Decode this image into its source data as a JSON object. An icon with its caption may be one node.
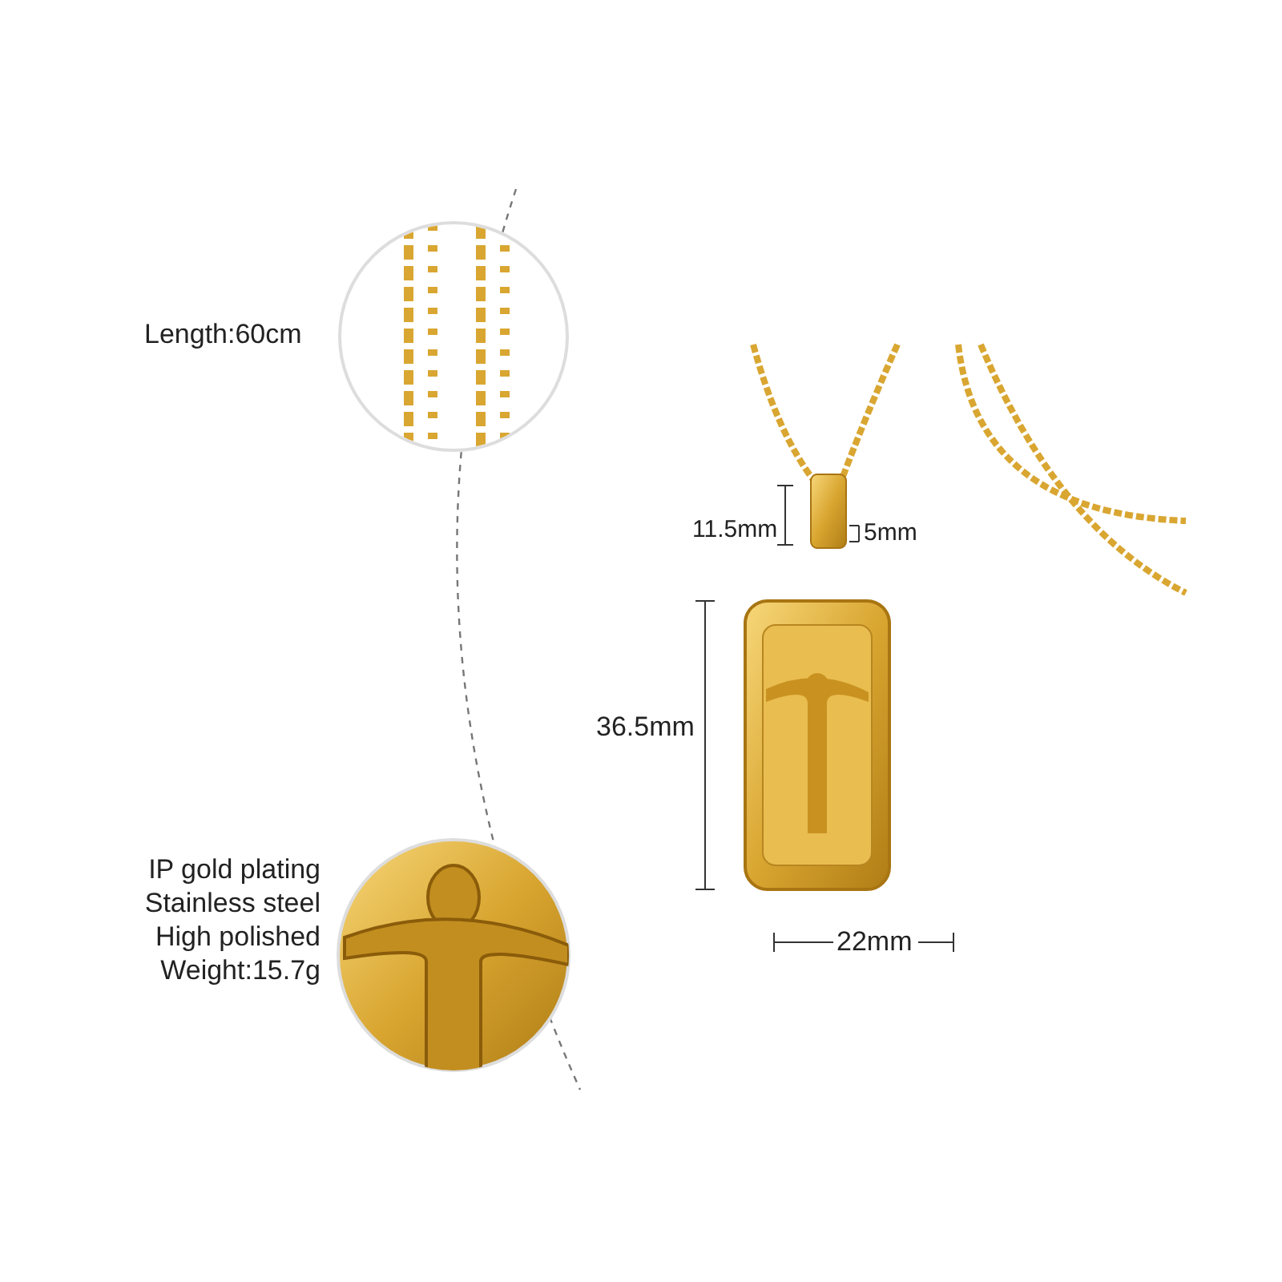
{
  "diagram": {
    "labels": [
      "Length:60cm",
      "11.5mm",
      "5mm",
      "36.5mm",
      "IP gold plating",
      "Stainless steel",
      "High polished",
      "Weight:15.7g",
      "22mm"
    ]
  }
}
